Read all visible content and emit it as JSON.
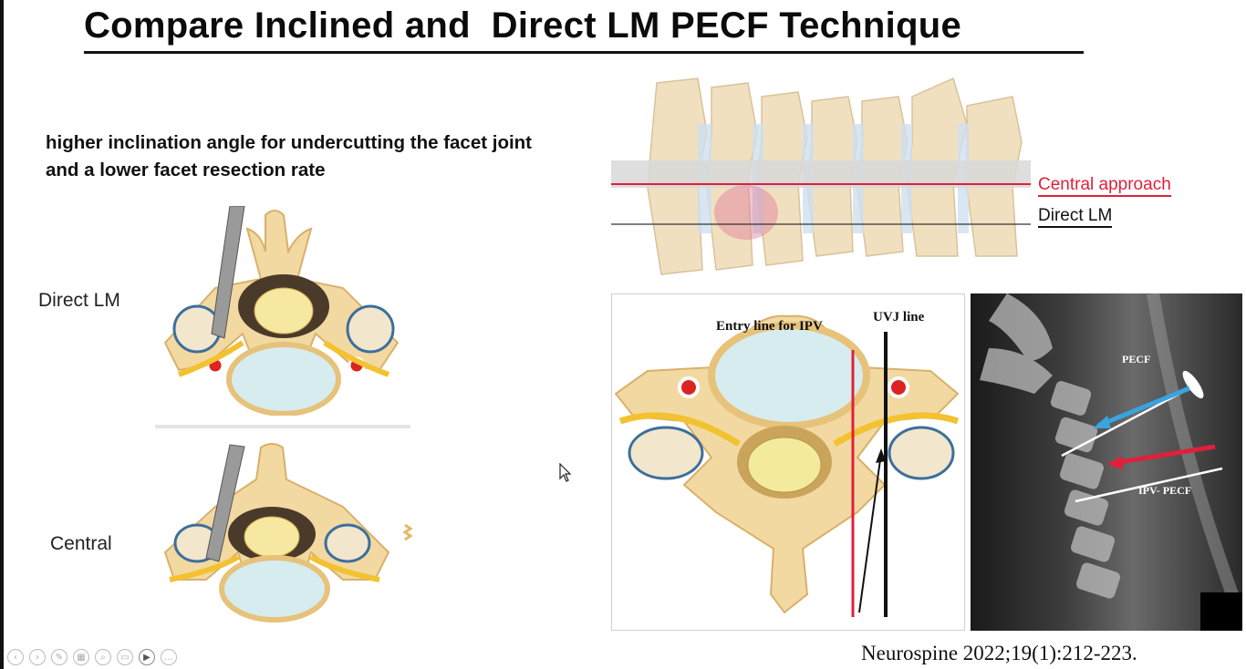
{
  "slide": {
    "title": "Compare Inclined and  Direct LM PECF Technique",
    "description_line1": "higher inclination angle for undercutting the facet joint",
    "description_line2": "and a lower facet resection rate",
    "left_labels": {
      "direct": "Direct LM",
      "central": "Central"
    },
    "spine_legend": {
      "central": "Central approach",
      "direct": "Direct LM"
    },
    "vertebra_labels": {
      "entry": "Entry line for IPV",
      "uvj": "UVJ line"
    },
    "xray_labels": {
      "pecf": "PECF",
      "ipv": "IPV- PECF"
    },
    "citation": "Neurospine 2022;19(1):212-223."
  },
  "colors": {
    "bone": "#f2d9a2",
    "bone_dark": "#e0b96a",
    "nerve": "#f2c230",
    "disc": "#cfe7ea",
    "red_line": "#e0203a",
    "blue_arrow": "#3aa3e0"
  },
  "icons": [
    "back-icon",
    "forward-icon",
    "pen-icon",
    "slides-icon",
    "zoom-icon",
    "subtitles-icon",
    "camera-icon",
    "more-icon"
  ]
}
